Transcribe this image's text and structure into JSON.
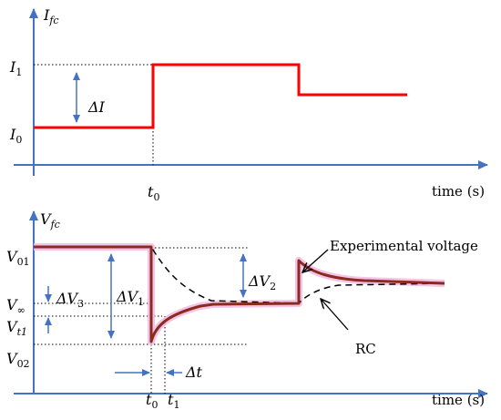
{
  "colors": {
    "axis": "#4472C4",
    "current": "#FF0000",
    "experimental": "#8B2A1E",
    "highlight": "#F2B8E0",
    "rc": "#000000",
    "guide": "#000000",
    "arrow": "#4472C4"
  },
  "top_panel": {
    "y_axis_label": {
      "main": "I",
      "sub": "fc"
    },
    "x_axis_label": "time (s)",
    "level_I1": {
      "main": "I",
      "sub": "1"
    },
    "level_I0": {
      "main": "I",
      "sub": "0"
    },
    "delta_I": "ΔI",
    "t0": {
      "main": "t",
      "sub": "0"
    }
  },
  "bottom_panel": {
    "y_axis_label": {
      "main": "V",
      "sub": "fc"
    },
    "x_axis_label": "time (s)",
    "V01": {
      "main": "V",
      "sub": "01"
    },
    "Vinf": {
      "main": "V",
      "sub": "∞"
    },
    "Vt1": {
      "main": "V",
      "sub": "t1"
    },
    "V02": {
      "main": "V",
      "sub": "02"
    },
    "dV1": {
      "main": "ΔV",
      "sub": "1"
    },
    "dV2": {
      "main": "ΔV",
      "sub": "2"
    },
    "dV3": {
      "main": "ΔV",
      "sub": "3"
    },
    "dt": "Δt",
    "t0": {
      "main": "t",
      "sub": "0"
    },
    "t1": {
      "main": "t",
      "sub": "1"
    },
    "experimental_label": "Experimental voltage",
    "rc_label": "RC"
  }
}
